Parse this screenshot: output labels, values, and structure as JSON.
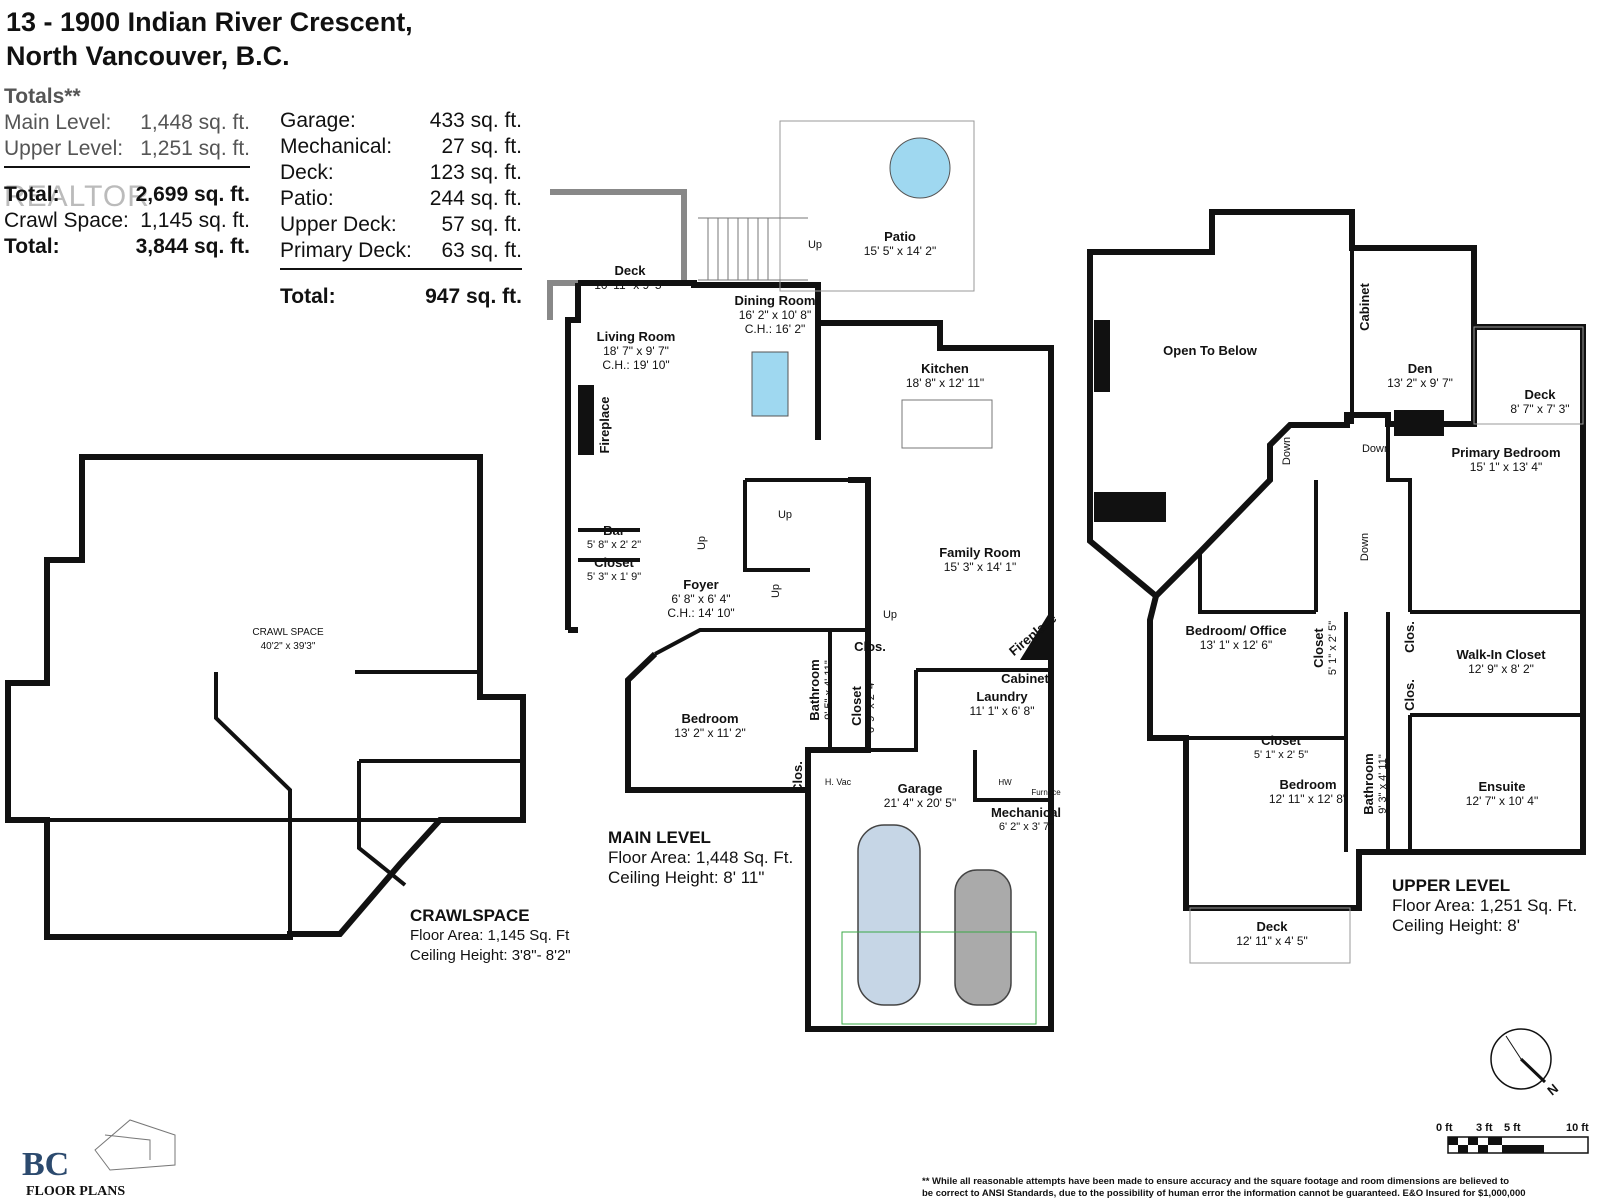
{
  "header": {
    "line1": "13 - 1900 Indian River Crescent,",
    "line2": "North Vancouver, B.C."
  },
  "watermark": "REALTOR",
  "totals_left": {
    "heading": "Totals**",
    "rows": [
      {
        "label": "Main Level:",
        "value": "1,448 sq. ft."
      },
      {
        "label": "Upper Level:",
        "value": "1,251 sq. ft."
      },
      {
        "label": "Total:",
        "value": "2,699 sq. ft."
      },
      {
        "label": "Crawl Space:",
        "value": "1,145 sq. ft."
      },
      {
        "label": "Total:",
        "value": "3,844 sq. ft."
      }
    ]
  },
  "totals_right": {
    "rows": [
      {
        "label": "Garage:",
        "value": "433 sq. ft."
      },
      {
        "label": "Mechanical:",
        "value": "27 sq. ft."
      },
      {
        "label": "Deck:",
        "value": "123 sq. ft."
      },
      {
        "label": "Patio:",
        "value": "244 sq. ft."
      },
      {
        "label": "Upper Deck:",
        "value": "57 sq. ft."
      },
      {
        "label": "Primary Deck:",
        "value": "63 sq. ft."
      },
      {
        "label": "Total:",
        "value": "947 sq. ft."
      }
    ]
  },
  "crawlspace": {
    "room_name": "CRAWL SPACE",
    "room_dims": "40'2\" x 39'3\"",
    "heading": "CRAWLSPACE",
    "area": "Floor Area: 1,145 Sq. Ft",
    "height": "Ceiling Height: 3'8\"- 8'2\""
  },
  "main_level": {
    "heading": "MAIN LEVEL",
    "area": "Floor Area: 1,448 Sq. Ft.",
    "height": "Ceiling Height: 8' 11\"",
    "rooms": {
      "deck": {
        "name": "Deck",
        "dims": "10' 11\" x 9' 5\""
      },
      "patio": {
        "name": "Patio",
        "dims": "15' 5\" x 14' 2\""
      },
      "dining": {
        "name": "Dining Room",
        "dims": "16' 2\" x 10' 8\"",
        "ch": "C.H.: 16' 2\""
      },
      "living": {
        "name": "Living Room",
        "dims": "18' 7\" x 9' 7\"",
        "ch": "C.H.: 19' 10\""
      },
      "kitchen": {
        "name": "Kitchen",
        "dims": "18' 8\" x 12' 11\""
      },
      "bar": {
        "name": "Bar",
        "dims": "5' 8\" x 2' 2\""
      },
      "closet": {
        "name": "Closet",
        "dims": "5' 3\" x 1' 9\""
      },
      "foyer": {
        "name": "Foyer",
        "dims": "6' 8\" x 6' 4\"",
        "ch": "C.H.: 14' 10\""
      },
      "family": {
        "name": "Family Room",
        "dims": "15' 3\" x 14' 1\""
      },
      "bedroom": {
        "name": "Bedroom",
        "dims": "13' 2\" x 11' 2\""
      },
      "bathroom": {
        "name": "Bathroom",
        "dims": "9' 5\" x 4' 11\""
      },
      "closet2": {
        "name": "Closet",
        "dims": "6' 9\" x 2' 4\""
      },
      "clos1": {
        "name": "Clos."
      },
      "clos2": {
        "name": "Clos."
      },
      "laundry": {
        "name": "Laundry",
        "dims": "11' 1\" x 6' 8\""
      },
      "cabinet": {
        "name": "Cabinet"
      },
      "garage": {
        "name": "Garage",
        "dims": "21' 4\" x 20' 5\""
      },
      "mechanical": {
        "name": "Mechanical",
        "dims": "6' 2\" x 3' 7\""
      },
      "fireplace1": {
        "name": "Fireplace"
      },
      "fireplace2": {
        "name": "Fireplace"
      },
      "hvac": {
        "name": "H. Vac"
      },
      "hw": {
        "name": "HW"
      },
      "furnace": {
        "name": "Furnace"
      },
      "up1": {
        "name": "Up"
      },
      "up2": {
        "name": "Up"
      },
      "up3": {
        "name": "Up"
      },
      "up4": {
        "name": "Up"
      },
      "up5": {
        "name": "Up"
      }
    }
  },
  "upper_level": {
    "heading": "UPPER LEVEL",
    "area": "Floor Area:  1,251 Sq. Ft.",
    "height": "Ceiling Height: 8'",
    "rooms": {
      "open": {
        "name": "Open To Below"
      },
      "cabinet": {
        "name": "Cabinet"
      },
      "den": {
        "name": "Den",
        "dims": "13' 2\" x 9' 7\""
      },
      "deck": {
        "name": "Deck",
        "dims": "8' 7\" x 7' 3\""
      },
      "primary": {
        "name": "Primary Bedroom",
        "dims": "15' 1\" x 13' 4\""
      },
      "office": {
        "name": "Bedroom/ Office",
        "dims": "13' 1\" x 12' 6\""
      },
      "closet1": {
        "name": "Closet",
        "dims": "5' 1\" x 2' 5\""
      },
      "walkin": {
        "name": "Walk-In Closet",
        "dims": "12' 9\" x 8' 2\""
      },
      "clos1": {
        "name": "Clos."
      },
      "clos2": {
        "name": "Clos."
      },
      "closet2": {
        "name": "Closet",
        "dims": "5' 1\" x 2' 5\""
      },
      "bedroom": {
        "name": "Bedroom",
        "dims": "12' 11\" x 12' 8\""
      },
      "bathroom": {
        "name": "Bathroom",
        "dims": "9' 3\" x 4' 11\""
      },
      "ensuite": {
        "name": "Ensuite",
        "dims": "12' 7\" x 10' 4\""
      },
      "deck2": {
        "name": "Deck",
        "dims": "12' 11\" x 4' 5\""
      },
      "down1": {
        "name": "Down"
      },
      "down2": {
        "name": "Down"
      },
      "down3": {
        "name": "Down"
      }
    }
  },
  "compass": {
    "label": "N"
  },
  "scale": {
    "labels": [
      "0 ft",
      "3 ft",
      "5 ft",
      "10 ft"
    ]
  },
  "logo": {
    "line1": "BC",
    "line2": "FLOOR PLANS"
  },
  "footnote": {
    "line1": "** While all reasonable attempts have been made to ensure accuracy and the square footage and room dimensions are believed to",
    "line2": "be correct to ANSI Standards, due to the possibility of human error the information cannot be guaranteed. E&O Insured for $1,000,000"
  },
  "colors": {
    "wall": "#111111",
    "door": "#3aa845",
    "glass": "#9fd8f0",
    "watermark": "#bbbbbb"
  }
}
